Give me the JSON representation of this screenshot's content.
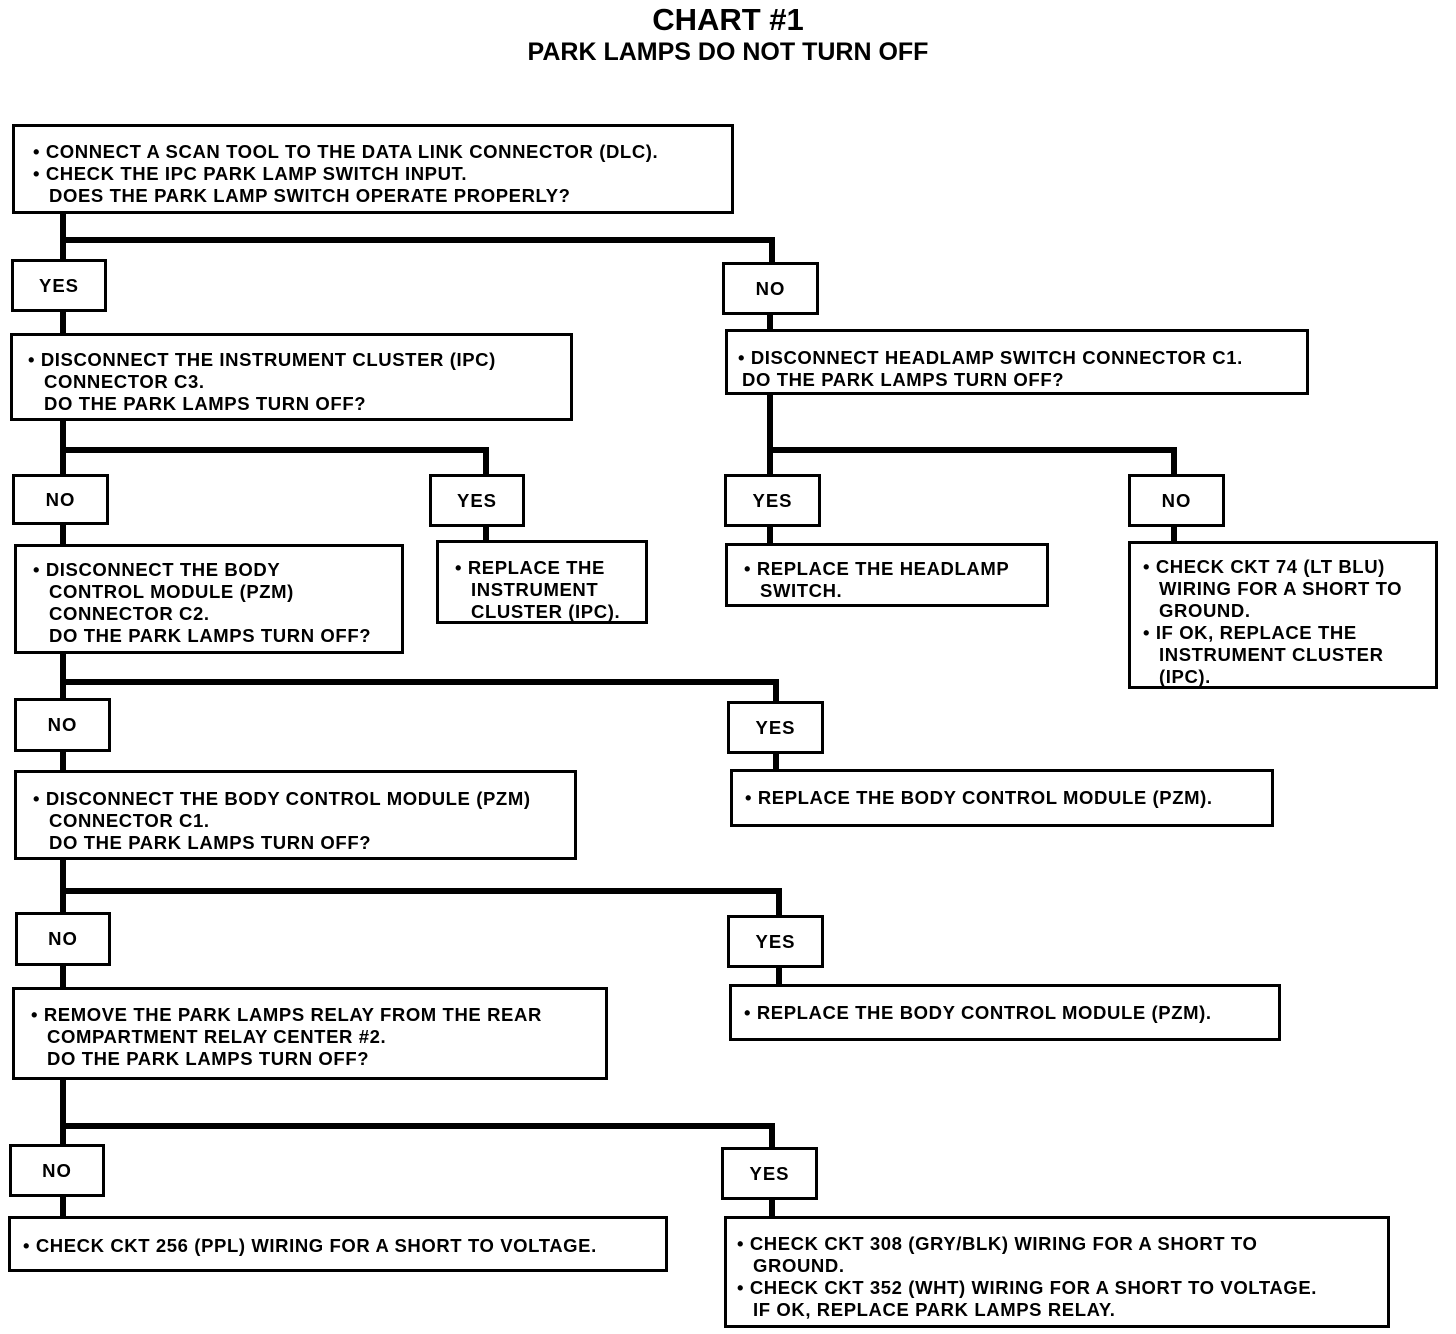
{
  "title": "CHART #1",
  "subtitle": "PARK LAMPS DO NOT TURN OFF",
  "steps": {
    "s1": [
      "• CONNECT A SCAN TOOL TO THE DATA LINK CONNECTOR (DLC).",
      "• CHECK THE IPC PARK LAMP SWITCH INPUT.",
      "DOES THE PARK LAMP SWITCH OPERATE PROPERLY?"
    ],
    "s2": [
      "• DISCONNECT THE INSTRUMENT CLUSTER (IPC)",
      "CONNECTOR C3.",
      "DO THE PARK LAMPS TURN OFF?"
    ],
    "s3": [
      "• DISCONNECT HEADLAMP SWITCH CONNECTOR C1.",
      "DO THE PARK LAMPS TURN OFF?"
    ],
    "s4": [
      "• DISCONNECT THE BODY",
      "CONTROL MODULE (PZM)",
      "CONNECTOR C2.",
      "DO THE PARK LAMPS TURN OFF?"
    ],
    "s5": [
      "• REPLACE THE",
      "INSTRUMENT",
      "CLUSTER (IPC)."
    ],
    "s6": [
      "• REPLACE THE HEADLAMP",
      "SWITCH."
    ],
    "s7": [
      "• CHECK CKT 74 (LT BLU)",
      "WIRING FOR A SHORT TO",
      "GROUND.",
      "• IF OK, REPLACE THE",
      "INSTRUMENT CLUSTER",
      "(IPC)."
    ],
    "s8": [
      "• DISCONNECT THE BODY CONTROL MODULE (PZM)",
      "CONNECTOR C1.",
      "DO THE PARK LAMPS TURN OFF?"
    ],
    "s9": [
      "• REPLACE THE BODY CONTROL MODULE (PZM)."
    ],
    "s10": [
      "• REMOVE THE PARK LAMPS RELAY FROM THE REAR",
      "COMPARTMENT RELAY CENTER #2.",
      "DO THE PARK LAMPS TURN OFF?"
    ],
    "s11": [
      "• REPLACE THE BODY CONTROL MODULE (PZM)."
    ],
    "s12": [
      "• CHECK CKT 256 (PPL) WIRING FOR A SHORT TO VOLTAGE."
    ],
    "s13": [
      "• CHECK CKT 308 (GRY/BLK) WIRING FOR A SHORT TO",
      "GROUND.",
      "• CHECK CKT 352 (WHT) WIRING FOR A SHORT TO VOLTAGE.",
      "IF OK, REPLACE PARK LAMPS RELAY."
    ]
  },
  "answers": {
    "a1": "YES",
    "a2": "NO",
    "a3": "NO",
    "a4": "YES",
    "a5": "YES",
    "a6": "NO",
    "a7": "NO",
    "a8": "YES",
    "a9": "NO",
    "a10": "YES",
    "a11": "NO",
    "a12": "YES"
  }
}
